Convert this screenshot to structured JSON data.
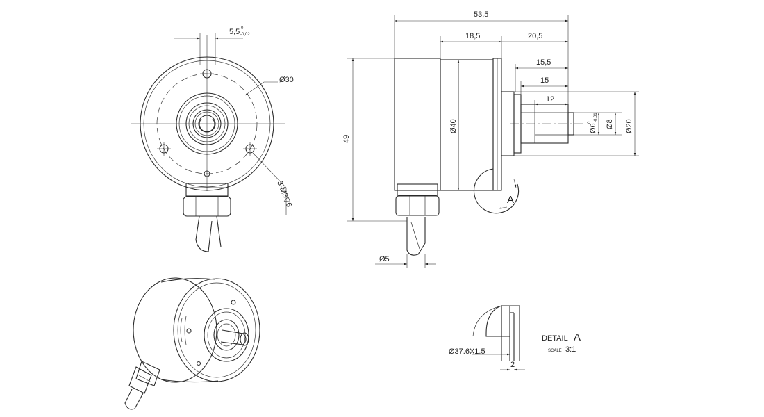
{
  "dimensions": {
    "shaft_flat_width": "5,5",
    "shaft_flat_tol_upper": "0",
    "shaft_flat_tol_lower": "-0,02",
    "front_diameter": "Ø30",
    "mounting_holes": "3-M3▽6",
    "overall_length": "53,5",
    "body_front_length": "18,5",
    "shaft_length_total": "20,5",
    "shaft_length_a": "15,5",
    "shaft_length_b": "15",
    "shaft_flat_length": "12",
    "body_diameter": "Ø40",
    "overall_height": "49",
    "cable_diameter": "Ø5",
    "shaft_diameter": "Ø6",
    "shaft_tol_upper": "0",
    "shaft_tol_lower": "-0,01",
    "hub_diameter": "Ø8",
    "flange_diameter": "Ø20",
    "detail_callout": "A",
    "groove_spec": "Ø37.6X1.5",
    "groove_width": "2"
  },
  "detail": {
    "label": "DETAIL",
    "letter": "A",
    "scale_label": "SCALE",
    "scale_value": "3:1"
  }
}
